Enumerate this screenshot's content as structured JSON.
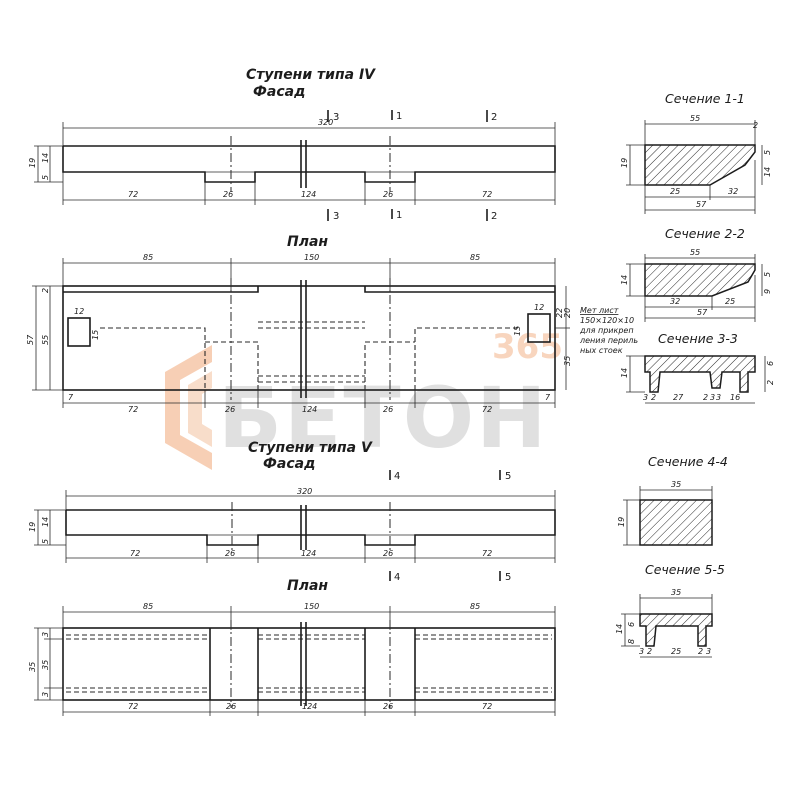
{
  "type4": {
    "title": "Ступени типа IV",
    "facade_label": "Фасад",
    "plan_label": "План",
    "facade_dims": {
      "total": "320",
      "h_total": "19",
      "h_top": "14",
      "h_low": "5",
      "seg_a": "72",
      "seg_b": "26",
      "seg_c": "124",
      "seg_d": "26",
      "seg_e": "72"
    },
    "cut_marks": [
      "3",
      "1",
      "2"
    ],
    "plan_dims": {
      "p1": "85",
      "p2": "150",
      "p3": "85",
      "w_total": "57",
      "w_inner": "55",
      "w_top": "2",
      "w_right": "20",
      "w_right2": "35",
      "sq": "12",
      "sq_v": "15",
      "edge_l": "7",
      "edge_r": "7",
      "b1": "72",
      "b2": "26",
      "b3": "124",
      "b4": "26",
      "b5": "72",
      "r_sq": "12",
      "r_sq_v": "15",
      "r_w": "22"
    },
    "note_lines": [
      "Мет лист",
      "150×120×10",
      "для прикреп",
      "ления периль",
      "ных стоек"
    ]
  },
  "type5": {
    "title": "Ступени типа V",
    "facade_label": "Фасад",
    "plan_label": "План",
    "facade_dims": {
      "total": "320",
      "h_total": "19",
      "h_top": "14",
      "h_low": "5",
      "seg_a": "72",
      "seg_b": "26",
      "seg_c": "124",
      "seg_d": "26",
      "seg_e": "72"
    },
    "cut_marks": [
      "4",
      "5"
    ],
    "plan_dims": {
      "p1": "85",
      "p2": "150",
      "p3": "85",
      "w_total": "35",
      "w_a": "3",
      "w_b": "3",
      "w_mid": "35",
      "b1": "72",
      "b2": "26",
      "b3": "124",
      "b4": "26",
      "b5": "72"
    }
  },
  "sections": {
    "s11": {
      "label": "Сечение 1-1",
      "top": "55",
      "corner": "2",
      "h": "19",
      "h_right": "5",
      "h_right2": "14",
      "b1": "25",
      "b2": "32",
      "bottom": "57"
    },
    "s22": {
      "label": "Сечение 2-2",
      "top": "55",
      "h": "14",
      "h_right": "9",
      "h_right2": "5",
      "b1": "32",
      "b2": "25",
      "bottom": "57"
    },
    "s33": {
      "label": "Сечение 3-3",
      "h": "14",
      "h_r1": "2",
      "h_r2": "6",
      "d1": "3",
      "d2": "2",
      "d3": "27",
      "d4": "2",
      "d5": "3",
      "d6": "3",
      "d7": "16"
    },
    "s44": {
      "label": "Сечение 4-4",
      "top": "35",
      "h": "19"
    },
    "s55": {
      "label": "Сечение 5-5",
      "top": "35",
      "h": "14",
      "h_a": "8",
      "h_b": "6",
      "d1": "3",
      "d2": "2",
      "d3": "25",
      "d4": "2",
      "d5": "3"
    }
  },
  "watermark": {
    "brand": "БЕТОН",
    "sub": "365"
  }
}
